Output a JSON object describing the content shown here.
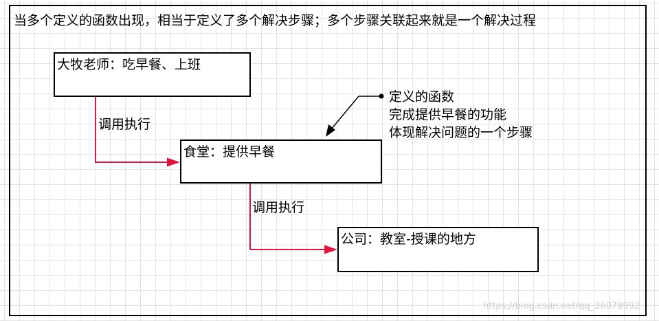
{
  "heading": "当多个定义的函数出现，相当于定义了多个解决步骤；多个步骤关联起来就是一个解决过程",
  "boxes": {
    "teacher": "大牧老师：吃早餐、上班",
    "canteen": "食堂：提供早餐",
    "company": "公司：教室-授课的地方"
  },
  "edges": {
    "call_1": "调用执行",
    "call_2": "调用执行"
  },
  "note": {
    "lines": [
      "定义的函数",
      "完成提供早餐的功能",
      "体现解决问题的一个步骤"
    ]
  },
  "colors": {
    "connector": "#e0143c",
    "outline": "#000000",
    "grid": "#e3e3e3"
  },
  "watermark": "https://blog.csdn.net/qq_36078992"
}
